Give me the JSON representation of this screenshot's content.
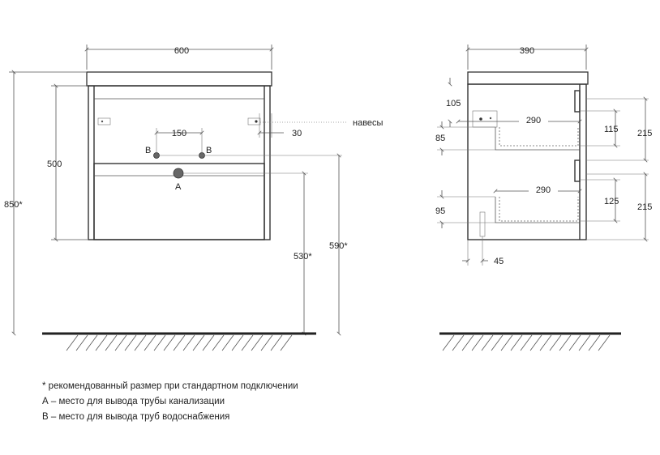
{
  "dimensions": {
    "width_600": "600",
    "depth_390": "390",
    "height_850": "850*",
    "body_500": "500",
    "spacing_150": "150",
    "offset_30": "30",
    "height_530": "530*",
    "height_590": "590*",
    "d105": "105",
    "d290_top": "290",
    "d85": "85",
    "d115": "115",
    "d215_top": "215",
    "d290_bottom": "290",
    "d125": "125",
    "d95": "95",
    "d215_bottom": "215",
    "d45": "45"
  },
  "labels": {
    "point_a": "A",
    "point_b_left": "B",
    "point_b_right": "B",
    "hinges": "навесы"
  },
  "notes": {
    "asterisk": "* рекомендованный размер при стандартном подключении",
    "a": "А – место для вывода трубы канализации",
    "b": "В – место для вывода труб водоснабжения"
  }
}
